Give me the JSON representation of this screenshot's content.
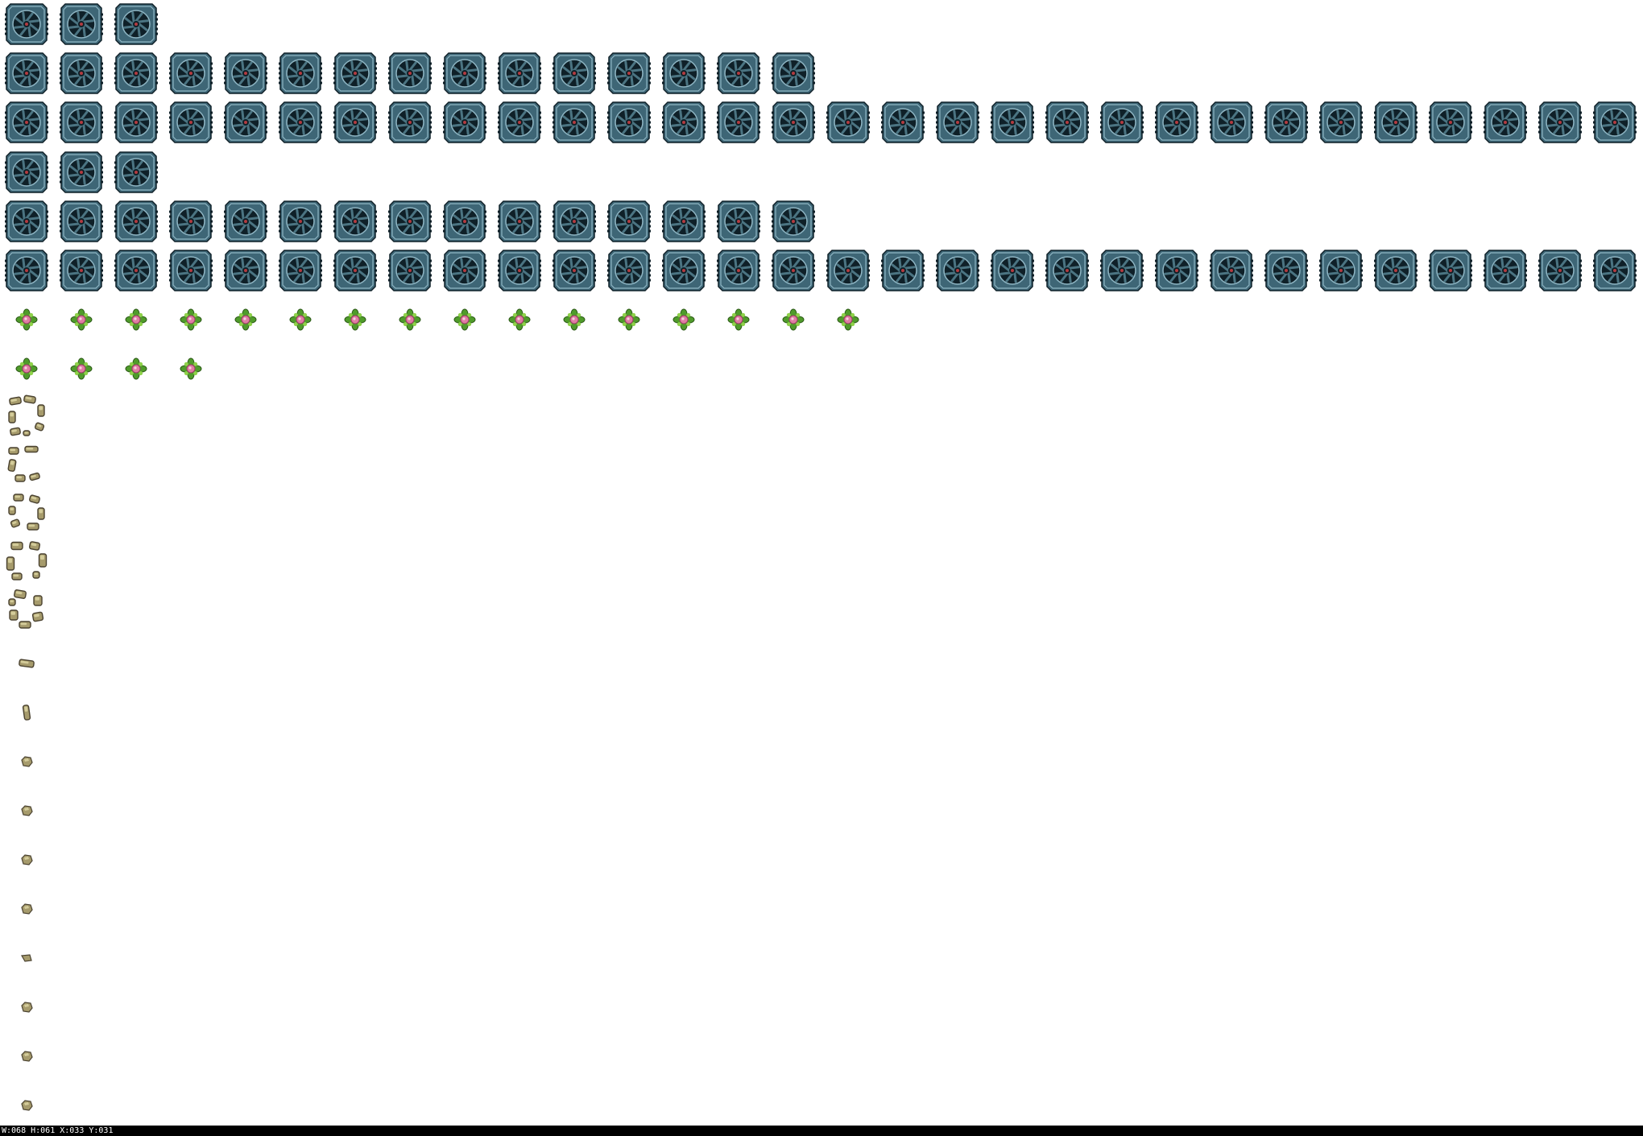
{
  "sheet": {
    "rows": [
      {
        "kind": "fan",
        "count": 3
      },
      {
        "kind": "fan",
        "count": 15
      },
      {
        "kind": "fan",
        "count": 30
      },
      {
        "kind": "fan",
        "count": 3
      },
      {
        "kind": "fan",
        "count": 15
      },
      {
        "kind": "fan",
        "count": 30
      },
      {
        "kind": "flower",
        "count": 16
      },
      {
        "kind": "flower",
        "count": 4
      },
      {
        "kind": "debris-ring",
        "count": 1,
        "variant": "a"
      },
      {
        "kind": "debris-ring",
        "count": 1,
        "variant": "b"
      },
      {
        "kind": "debris-ring",
        "count": 1,
        "variant": "c"
      },
      {
        "kind": "debris-ring",
        "count": 1,
        "variant": "d"
      },
      {
        "kind": "debris-ring",
        "count": 1,
        "variant": "e"
      },
      {
        "kind": "rock",
        "count": 1,
        "variant": "bar-h"
      },
      {
        "kind": "rock",
        "count": 1,
        "variant": "bar-v"
      },
      {
        "kind": "rock",
        "count": 1,
        "variant": "pebble"
      },
      {
        "kind": "rock",
        "count": 1,
        "variant": "pebble"
      },
      {
        "kind": "rock",
        "count": 1,
        "variant": "pebble"
      },
      {
        "kind": "rock",
        "count": 1,
        "variant": "pebble"
      },
      {
        "kind": "rock",
        "count": 1,
        "variant": "shard"
      },
      {
        "kind": "rock",
        "count": 1,
        "variant": "pebble"
      },
      {
        "kind": "rock",
        "count": 1,
        "variant": "pebble"
      },
      {
        "kind": "rock",
        "count": 1,
        "variant": "pebble"
      }
    ],
    "icons": {
      "fan": "fan-icon",
      "flower": "flower-icon",
      "debris-ring": "rock-ring-icon",
      "rock": "rock-icon"
    },
    "colors": {
      "background": "#ffffff",
      "fan_frame": "#3e6676",
      "fan_frame_light": "#8fb6c4",
      "fan_dark": "#0f2028",
      "fan_blade": "#4b7482",
      "fan_hub": "#b33b40",
      "leaf": "#4f9b2a",
      "leaf_light": "#8fd24a",
      "petal": "#e07ea4",
      "rock": "#a69b6c",
      "rock_light": "#d4cc9a",
      "rock_dark": "#4a4230"
    }
  },
  "status_bar": {
    "text": "W:068 H:061 X:033 Y:031"
  }
}
